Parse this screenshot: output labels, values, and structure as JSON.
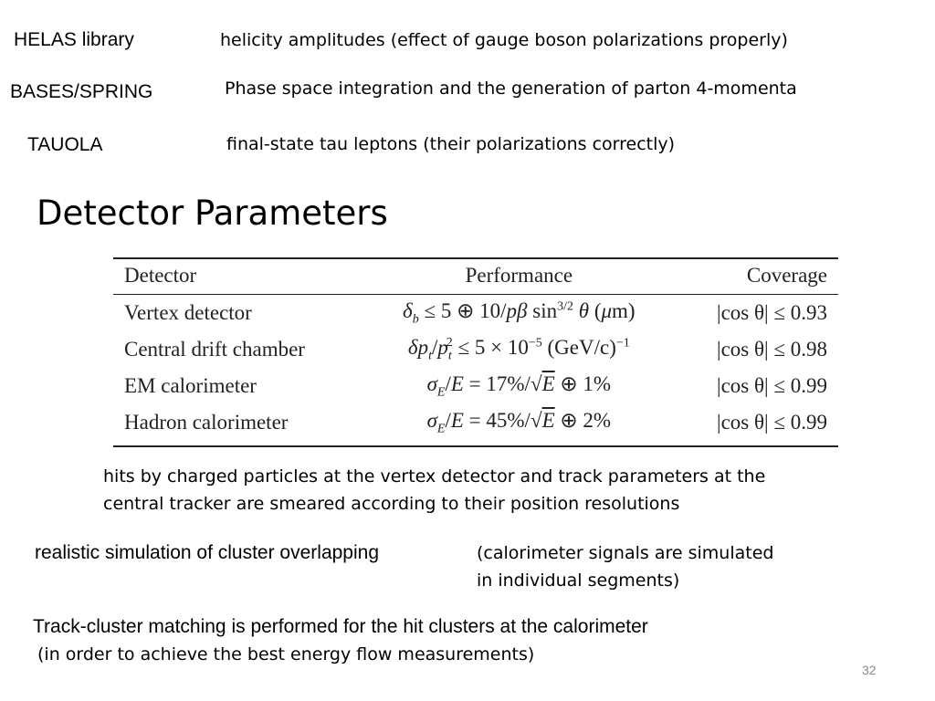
{
  "tools": [
    {
      "name": "HELAS library",
      "desc": "helicity amplitudes (effect of gauge boson polarizations properly)"
    },
    {
      "name": "BASES/SPRING",
      "desc": "Phase space integration and the generation of parton 4-momenta"
    },
    {
      "name": "TAUOLA",
      "desc": "final-state tau leptons (their polarizations correctly)"
    }
  ],
  "section_title": "Detector Parameters",
  "table": {
    "headers": [
      "Detector",
      "Performance",
      "Coverage"
    ],
    "rows": [
      [
        "Vertex detector",
        "δb ≤ 5 ⊕ 10/pβ sin3/2 θ (μm)",
        "|cos θ| ≤ 0.93"
      ],
      [
        "Central drift chamber",
        "δpt/pt2 ≤ 5 × 10−5 (GeV/c)−1",
        "|cos θ| ≤ 0.98"
      ],
      [
        "EM calorimeter",
        "σE/E = 17%/√E ⊕ 1%",
        "|cos θ| ≤ 0.99"
      ],
      [
        "Hadron calorimeter",
        "σE/E = 45%/√E ⊕ 2%",
        "|cos θ| ≤ 0.99"
      ]
    ]
  },
  "smearing_note": [
    "hits by charged particles at the vertex detector and track parameters at the",
    "central tracker are smeared according to their position resolutions"
  ],
  "cluster_label": "realistic simulation of cluster overlapping",
  "cluster_note": [
    "(calorimeter signals are simulated",
    "in individual segments)"
  ],
  "matching_label": "Track-cluster matching is performed for the hit clusters at the calorimeter",
  "matching_note": "(in order to achieve the best energy flow measurements)",
  "page_number": "32"
}
